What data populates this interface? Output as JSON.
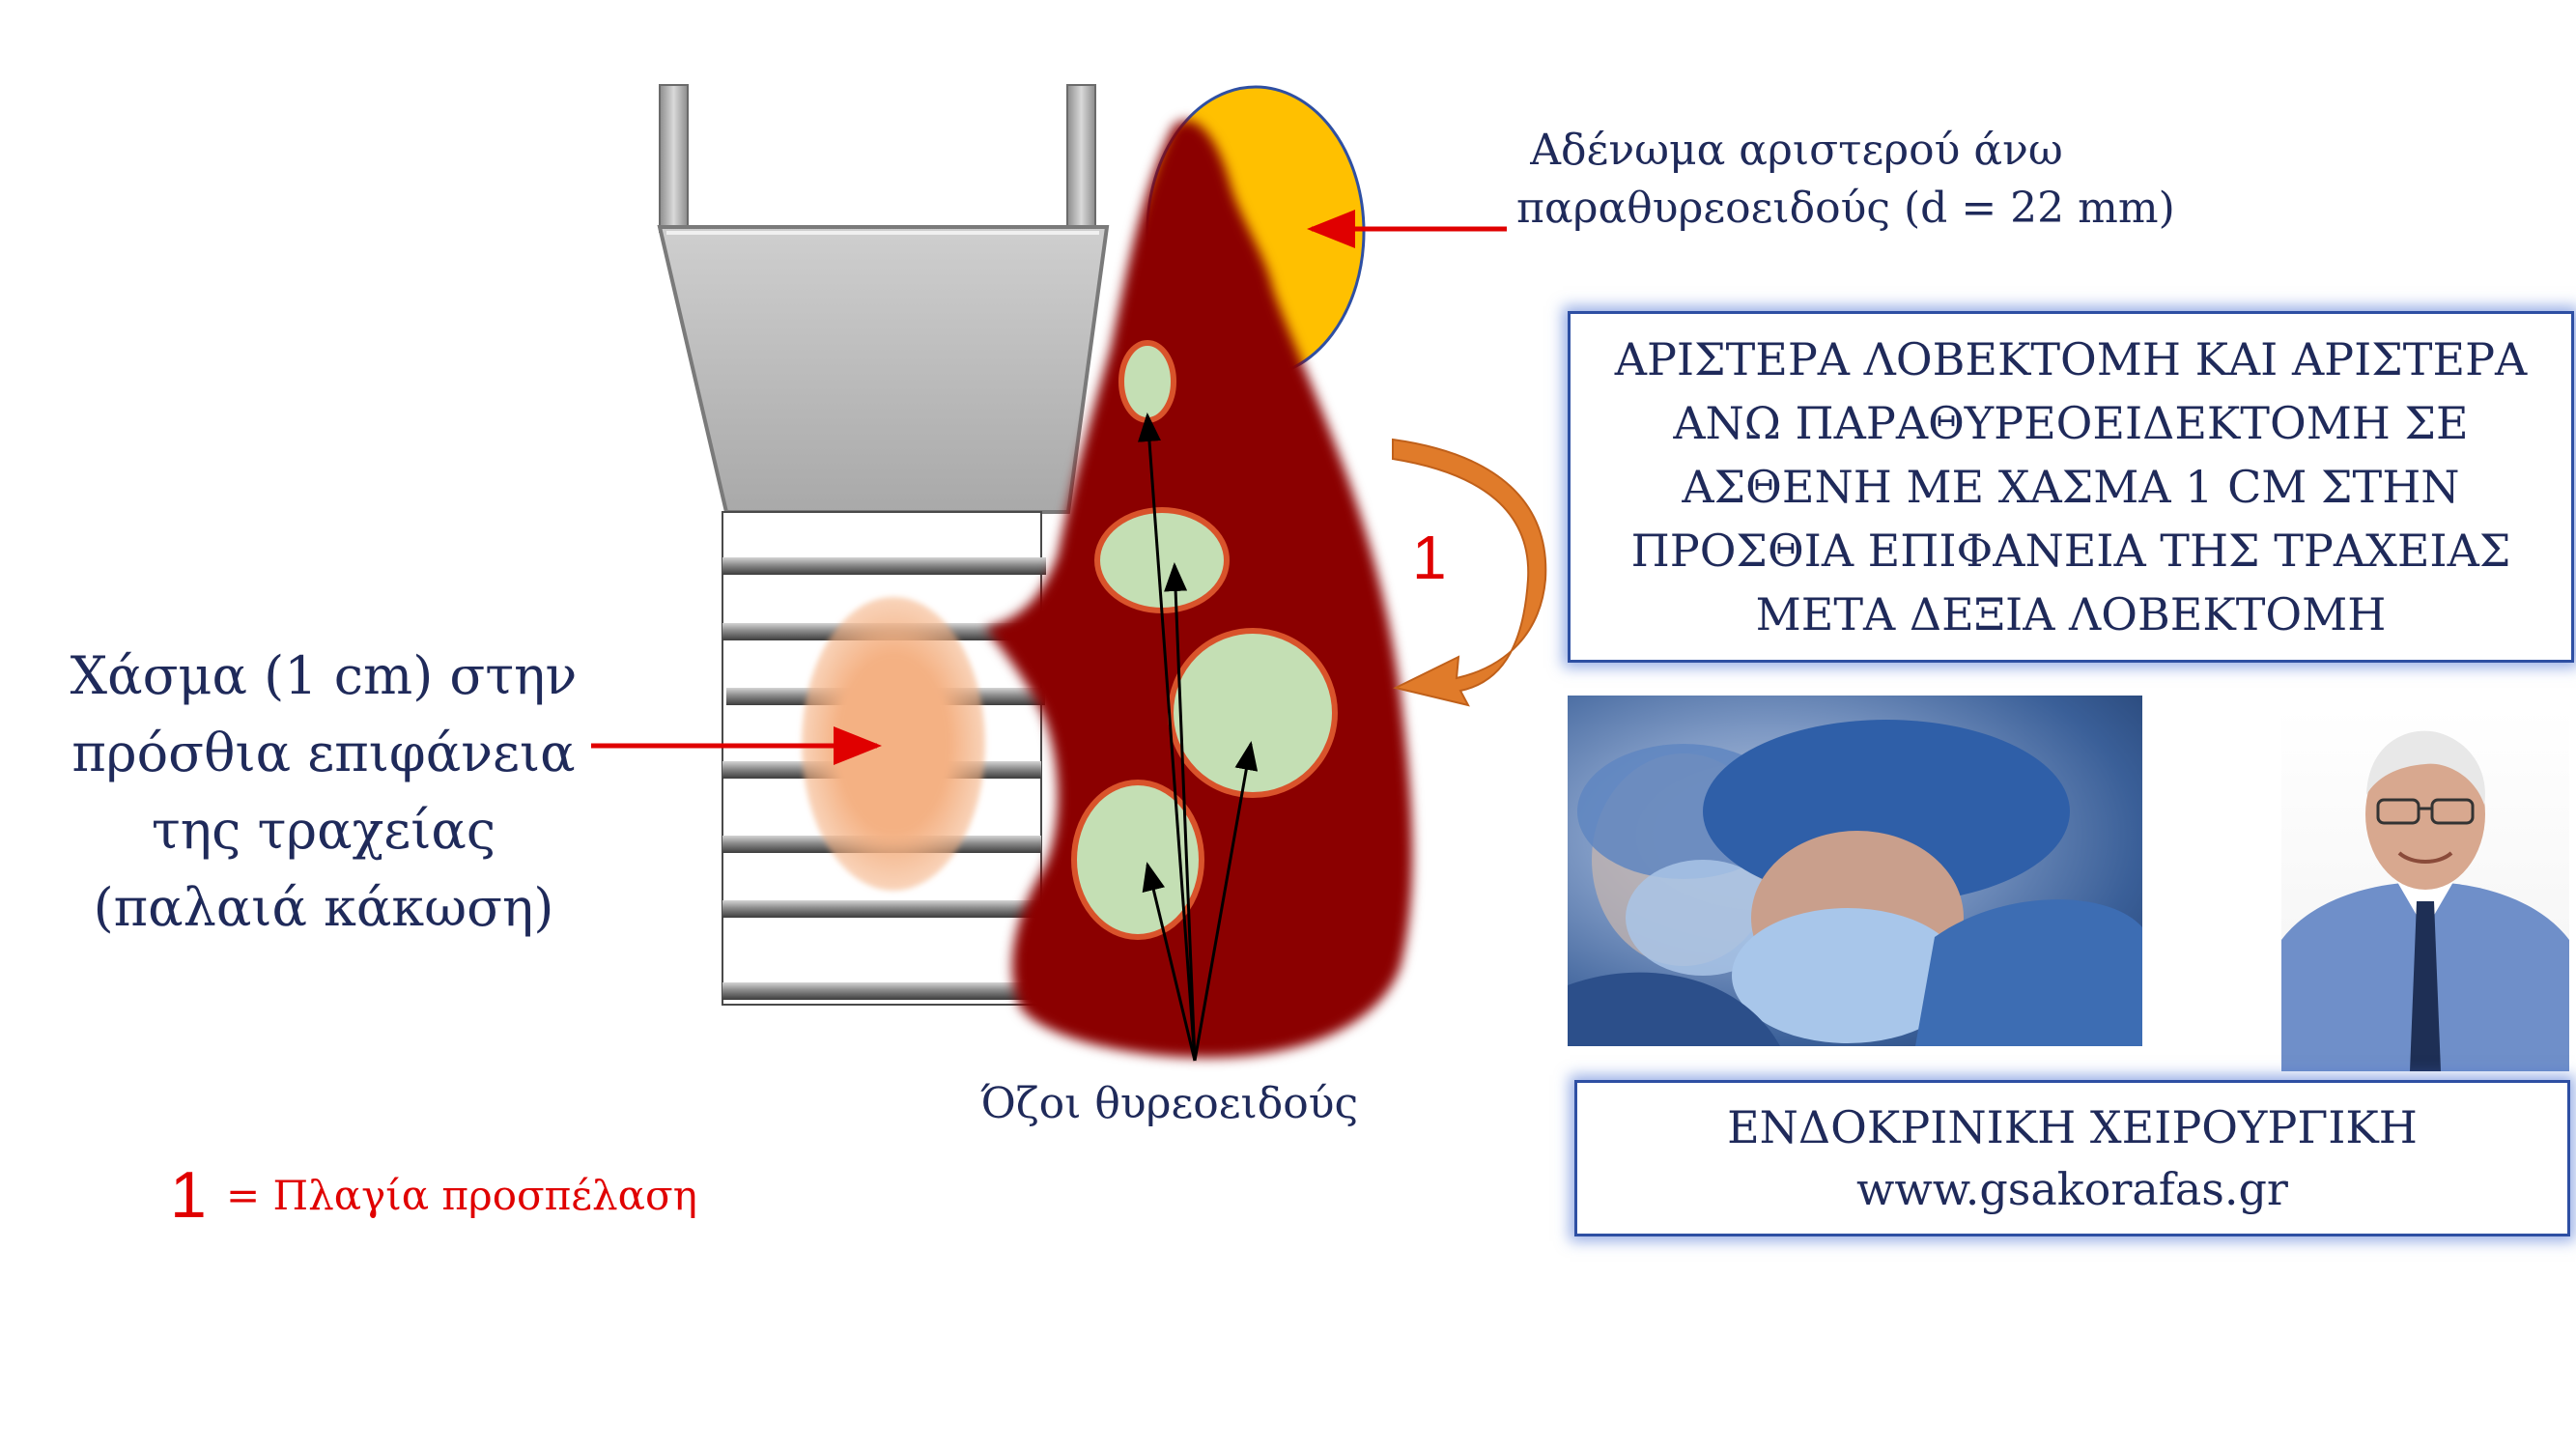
{
  "labels": {
    "adenoma": [
      "Αδένωμα αριστερού άνω",
      "παραθυρεοειδούς (d = 22 mm)"
    ],
    "gap": [
      "Χάσμα (1 cm) στην",
      "πρόσθια επιφάνεια",
      "της τραχείας",
      "(παλαιά κάκωση)"
    ],
    "nodules": "Όζοι θυρεοειδούς",
    "approach_number": "1",
    "legend_number": "1",
    "legend_text": "= Πλαγία προσπέλαση"
  },
  "title_box": {
    "lines": [
      "ΑΡΙΣΤΕΡΑ ΛΟΒΕΚΤΟΜΗ ΚΑΙ ΑΡΙΣΤΕΡΑ",
      "ΑΝΩ ΠΑΡΑΘΥΡΕΟΕΙΔΕΚΤΟΜΗ ΣΕ",
      "ΑΣΘΕΝΗ ΜΕ ΧΑΣΜΑ 1 CM ΣΤΗΝ",
      "ΠΡΟΣΘΙΑ ΕΠΙΦΑΝΕΙΑ ΤΗΣ ΤΡΑΧΕΙΑΣ",
      "ΜΕΤΑ ΔΕΞΙΑ ΛΟΒΕΚΤΟΜΗ"
    ]
  },
  "footer_box": {
    "title": "ΕΝΔΟΚΡΙΝΙΚΗ ΧΕΙΡΟΥΡΓΙΚΗ",
    "url": "www.gsakorafas.gr"
  },
  "colors": {
    "thyroid": "#8b0000",
    "adenoma": "#ffc000",
    "nodule": "#c4dfb4",
    "gap": "#f4b183",
    "arrow_red": "#e00000",
    "approach_arrow": "#e07b2a",
    "text_dark": "#1f2a5a",
    "text_red": "#e00000"
  }
}
